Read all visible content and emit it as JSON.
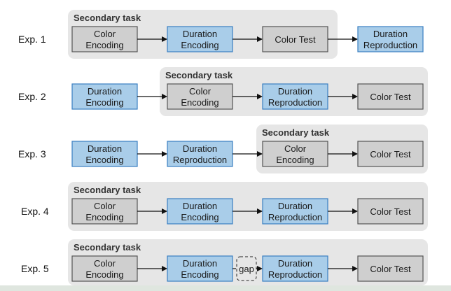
{
  "colors": {
    "blue_fill": "#a9cde9",
    "blue_stroke": "#3a7fc1",
    "gray_fill": "#cfcfcf",
    "gray_stroke": "#555555",
    "region_fill": "#e6e6e6"
  },
  "experiments": [
    {
      "label": "Exp. 1",
      "region_label": "Secondary task",
      "boxes": [
        {
          "lines": [
            "Color",
            "Encoding"
          ],
          "kind": "gray"
        },
        {
          "lines": [
            "Duration",
            "Encoding"
          ],
          "kind": "blue"
        },
        {
          "lines": [
            "Color Test"
          ],
          "kind": "gray"
        },
        {
          "lines": [
            "Duration",
            "Reproduction"
          ],
          "kind": "blue"
        }
      ]
    },
    {
      "label": "Exp. 2",
      "region_label": "Secondary task",
      "boxes": [
        {
          "lines": [
            "Duration",
            "Encoding"
          ],
          "kind": "blue"
        },
        {
          "lines": [
            "Color",
            "Encoding"
          ],
          "kind": "gray"
        },
        {
          "lines": [
            "Duration",
            "Reproduction"
          ],
          "kind": "blue"
        },
        {
          "lines": [
            "Color Test"
          ],
          "kind": "gray"
        }
      ]
    },
    {
      "label": "Exp. 3",
      "region_label": "Secondary task",
      "boxes": [
        {
          "lines": [
            "Duration",
            "Encoding"
          ],
          "kind": "blue"
        },
        {
          "lines": [
            "Duration",
            "Reproduction"
          ],
          "kind": "blue"
        },
        {
          "lines": [
            "Color",
            "Encoding"
          ],
          "kind": "gray"
        },
        {
          "lines": [
            "Color Test"
          ],
          "kind": "gray"
        }
      ]
    },
    {
      "label": "Exp. 4",
      "region_label": "Secondary task",
      "boxes": [
        {
          "lines": [
            "Color",
            "Encoding"
          ],
          "kind": "gray"
        },
        {
          "lines": [
            "Duration",
            "Encoding"
          ],
          "kind": "blue"
        },
        {
          "lines": [
            "Duration",
            "Reproduction"
          ],
          "kind": "blue"
        },
        {
          "lines": [
            "Color Test"
          ],
          "kind": "gray"
        }
      ]
    },
    {
      "label": "Exp. 5",
      "region_label": "Secondary task",
      "gap_label": "gap",
      "boxes": [
        {
          "lines": [
            "Color",
            "Encoding"
          ],
          "kind": "gray"
        },
        {
          "lines": [
            "Duration",
            "Encoding"
          ],
          "kind": "blue"
        },
        {
          "lines": [
            "Duration",
            "Reproduction"
          ],
          "kind": "blue"
        },
        {
          "lines": [
            "Color Test"
          ],
          "kind": "gray"
        }
      ]
    }
  ]
}
